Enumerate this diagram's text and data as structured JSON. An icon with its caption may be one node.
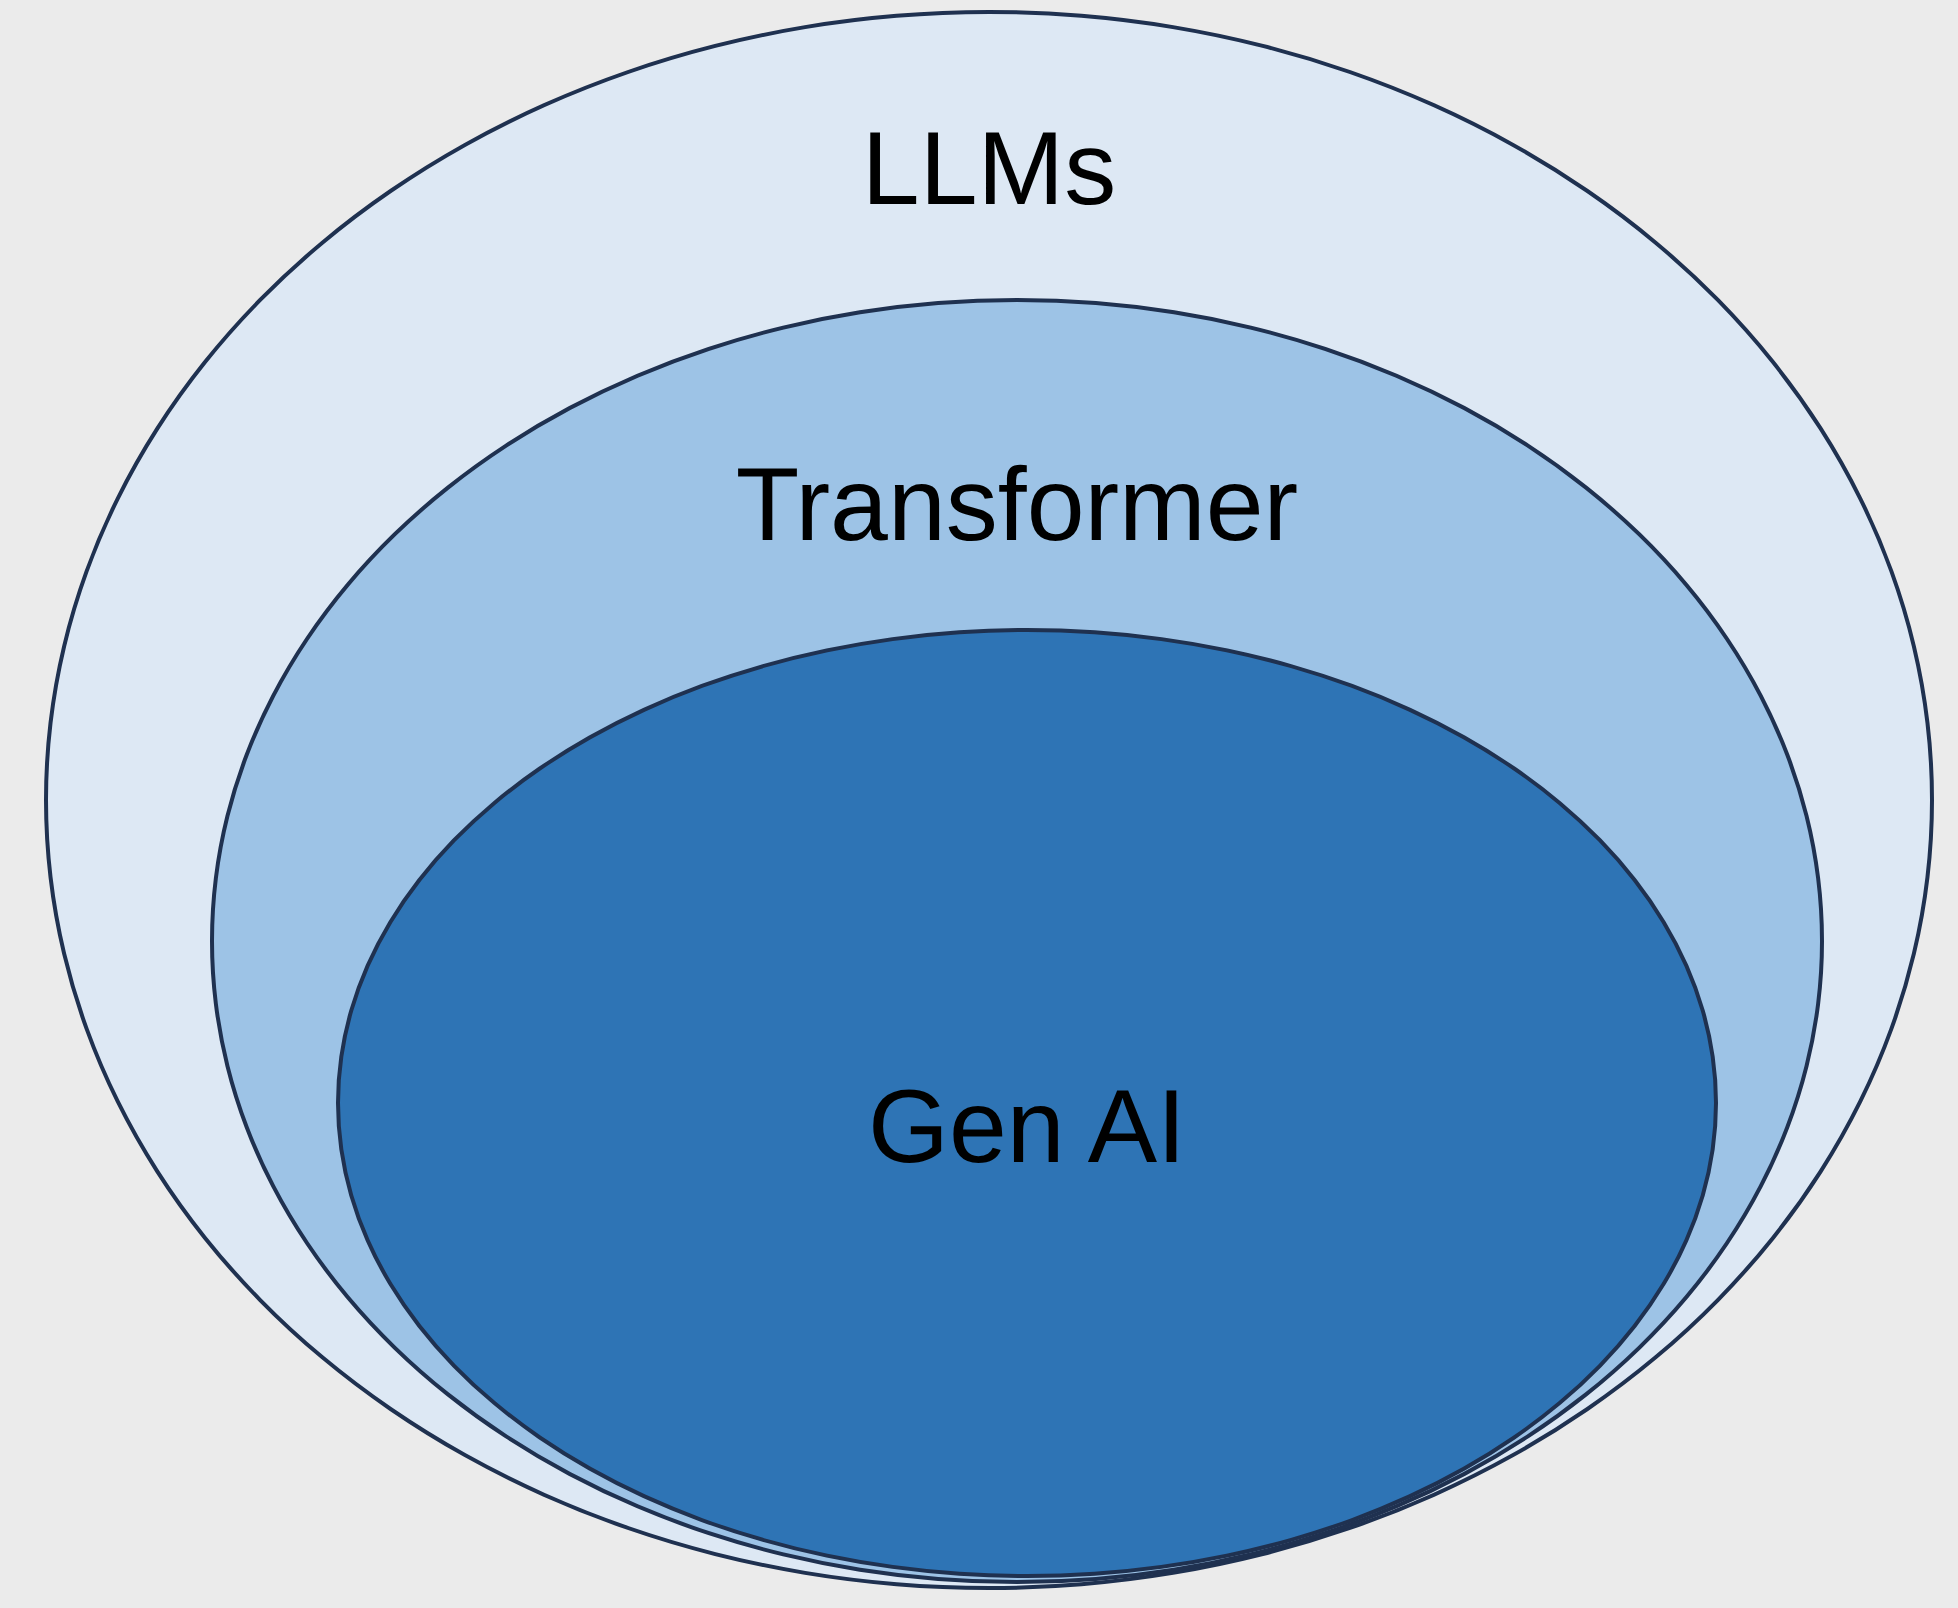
{
  "diagram": {
    "nodes": [
      {
        "text": [
          "LLMs"
        ]
      },
      {
        "text": [
          "Transformer"
        ],
        "in": 0
      },
      {
        "text": [
          "Gen AI"
        ],
        "in": 1
      }
    ]
  }
}
